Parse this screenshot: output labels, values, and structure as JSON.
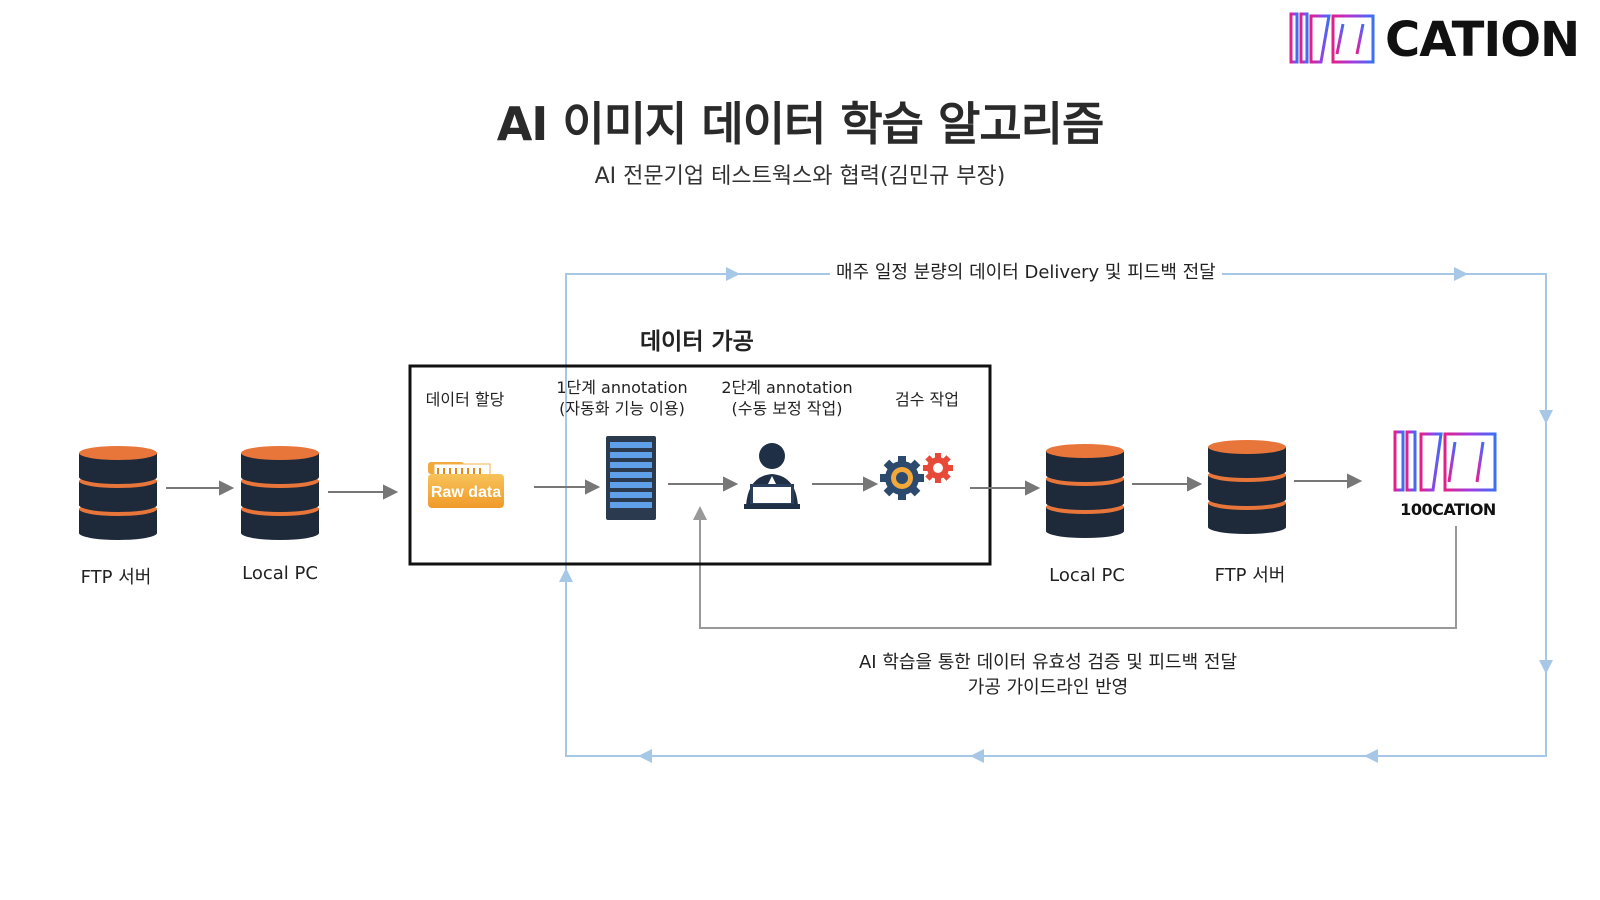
{
  "header": {
    "title": "AI 이미지 데이터 학습 알고리즘",
    "subtitle": "AI 전문기업 테스트웍스와 협력(김민규 부장)",
    "brand_name": "CATION",
    "brand_mark": "100"
  },
  "flow": {
    "nodes": [
      {
        "id": "ftp-server-left",
        "label": "FTP 서버",
        "icon": "database-icon"
      },
      {
        "id": "local-pc-left",
        "label": "Local PC",
        "icon": "database-icon"
      },
      {
        "id": "local-pc-right",
        "label": "Local PC",
        "icon": "database-icon"
      },
      {
        "id": "ftp-server-right",
        "label": "FTP 서버",
        "icon": "database-icon"
      }
    ],
    "processing": {
      "title": "데이터 가공",
      "stages": [
        {
          "id": "data-assign",
          "line1": "데이터 할당",
          "line2": "",
          "icon": "raw-data-folder-icon",
          "icon_text": "Raw data"
        },
        {
          "id": "stage1",
          "line1": "1단계 annotation",
          "line2": "(자동화 기능 이용)",
          "icon": "server-icon",
          "icon_text": ""
        },
        {
          "id": "stage2",
          "line1": "2단계 annotation",
          "line2": "(수동 보정 작업)",
          "icon": "worker-laptop-icon",
          "icon_text": ""
        },
        {
          "id": "inspection",
          "line1": "검수 작업",
          "line2": "",
          "icon": "gears-icon",
          "icon_text": ""
        }
      ]
    },
    "destination": {
      "label": "100CATION",
      "icon": "100cation-logo-icon"
    },
    "feedback_top": "매주 일정 분량의  데이터 Delivery 및 피드백 전달",
    "feedback_bottom_line1": "AI 학습을 통한 데이터 유효성 검증 및 피드백 전달",
    "feedback_bottom_line2": "가공 가이드라인 반영"
  },
  "colors": {
    "db_dark": "#1e2a3a",
    "db_orange": "#e8763a",
    "loop_line": "#a7c7e7",
    "arrow_gray": "#777777",
    "logo_pink": "#e0218a",
    "logo_blue": "#3a6ff7"
  }
}
